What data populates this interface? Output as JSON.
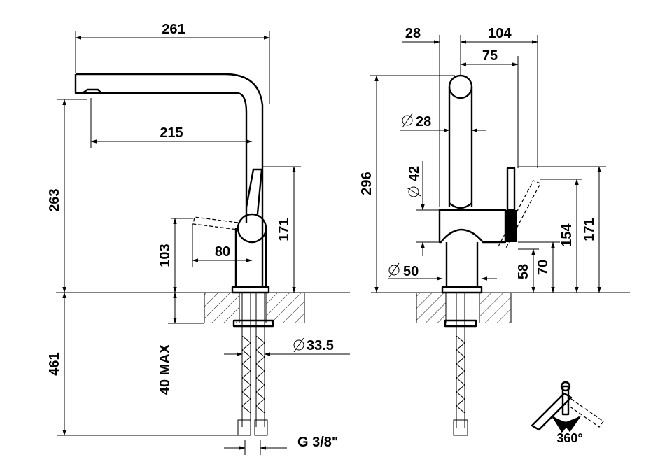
{
  "side_view": {
    "width_total": "261",
    "spout_reach": "215",
    "height_spout": "263",
    "height_handle": "171",
    "lever_height": "103",
    "lever_reach": "80",
    "tap_hole_diameter": "33.5",
    "max_deck_thickness": "40 MAX",
    "hose_length": "461",
    "connection_thread": "G 3/8\""
  },
  "front_view": {
    "offset_left": "28",
    "width_total": "104",
    "width_partial": "75",
    "spout_diameter": "28",
    "body_diameter": "42",
    "base_diameter": "50",
    "total_height": "296",
    "handle_height_154": "154",
    "handle_height_171": "171",
    "base_height_58": "58",
    "base_height_70": "70"
  },
  "rotation_label": "360°",
  "colors": {
    "line": "#000000",
    "background": "#ffffff"
  }
}
